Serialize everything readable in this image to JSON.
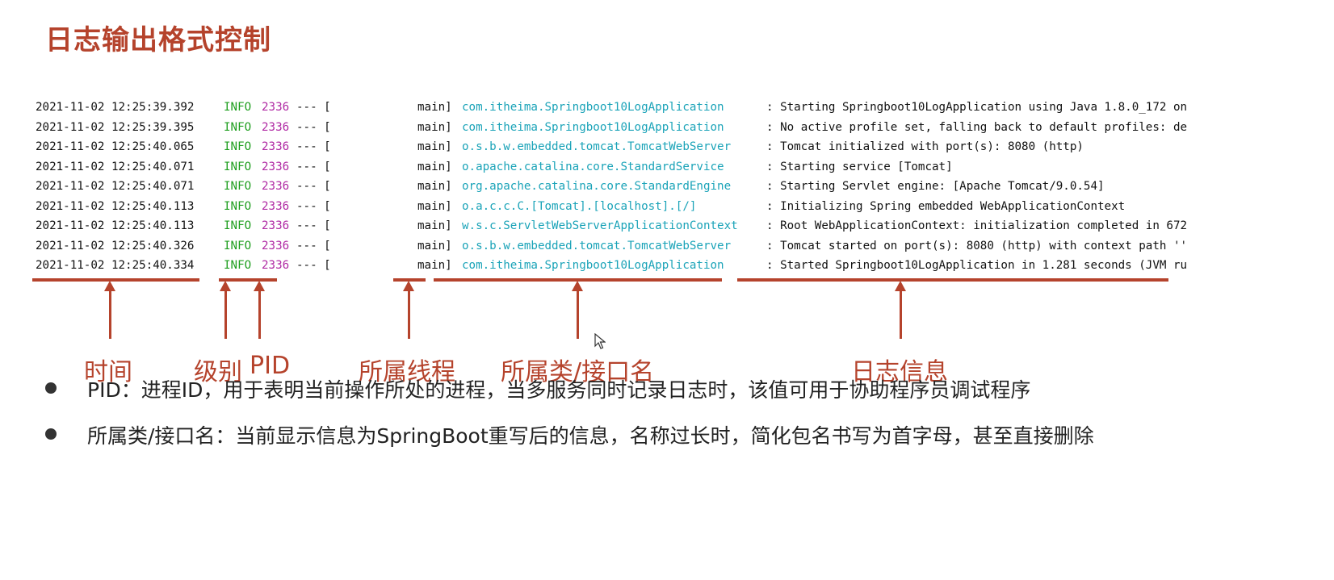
{
  "title": "日志输出格式控制",
  "log_rows": [
    {
      "time": "2021-11-02 12:25:39.392",
      "level": "INFO",
      "pid": "2336",
      "sep": "--- [",
      "thread": "main]",
      "logger": "com.itheima.Springboot10LogApplication",
      "message": ": Starting Springboot10LogApplication using Java 1.8.0_172 on"
    },
    {
      "time": "2021-11-02 12:25:39.395",
      "level": "INFO",
      "pid": "2336",
      "sep": "--- [",
      "thread": "main]",
      "logger": "com.itheima.Springboot10LogApplication",
      "message": ": No active profile set, falling back to default profiles: de"
    },
    {
      "time": "2021-11-02 12:25:40.065",
      "level": "INFO",
      "pid": "2336",
      "sep": "--- [",
      "thread": "main]",
      "logger": "o.s.b.w.embedded.tomcat.TomcatWebServer",
      "message": ": Tomcat initialized with port(s): 8080 (http)"
    },
    {
      "time": "2021-11-02 12:25:40.071",
      "level": "INFO",
      "pid": "2336",
      "sep": "--- [",
      "thread": "main]",
      "logger": "o.apache.catalina.core.StandardService",
      "message": ": Starting service [Tomcat]"
    },
    {
      "time": "2021-11-02 12:25:40.071",
      "level": "INFO",
      "pid": "2336",
      "sep": "--- [",
      "thread": "main]",
      "logger": "org.apache.catalina.core.StandardEngine",
      "message": ": Starting Servlet engine: [Apache Tomcat/9.0.54]"
    },
    {
      "time": "2021-11-02 12:25:40.113",
      "level": "INFO",
      "pid": "2336",
      "sep": "--- [",
      "thread": "main]",
      "logger": "o.a.c.c.C.[Tomcat].[localhost].[/]",
      "message": ": Initializing Spring embedded WebApplicationContext"
    },
    {
      "time": "2021-11-02 12:25:40.113",
      "level": "INFO",
      "pid": "2336",
      "sep": "--- [",
      "thread": "main]",
      "logger": "w.s.c.ServletWebServerApplicationContext",
      "message": ": Root WebApplicationContext: initialization completed in 672"
    },
    {
      "time": "2021-11-02 12:25:40.326",
      "level": "INFO",
      "pid": "2336",
      "sep": "--- [",
      "thread": "main]",
      "logger": "o.s.b.w.embedded.tomcat.TomcatWebServer",
      "message": ": Tomcat started on port(s): 8080 (http) with context path ''"
    },
    {
      "time": "2021-11-02 12:25:40.334",
      "level": "INFO",
      "pid": "2336",
      "sep": "--- [",
      "thread": "main]",
      "logger": "com.itheima.Springboot10LogApplication",
      "message": ": Started Springboot10LogApplication in 1.281 seconds (JVM ru"
    }
  ],
  "labels": {
    "time": "时间",
    "level": "级别",
    "pid": "PID",
    "thread": "所属线程",
    "logger": "所属类/接口名",
    "message": "日志信息"
  },
  "bullets": [
    "PID：进程ID，用于表明当前操作所处的进程，当多服务同时记录日志时，该值可用于协助程序员调试程序",
    "所属类/接口名：当前显示信息为SpringBoot重写后的信息，名称过长时，简化包名书写为首字母，甚至直接删除"
  ],
  "colors": {
    "accent": "#b5432c",
    "level": "#1e9e1e",
    "pid": "#b02aa4",
    "logger": "#1aa3b8"
  }
}
